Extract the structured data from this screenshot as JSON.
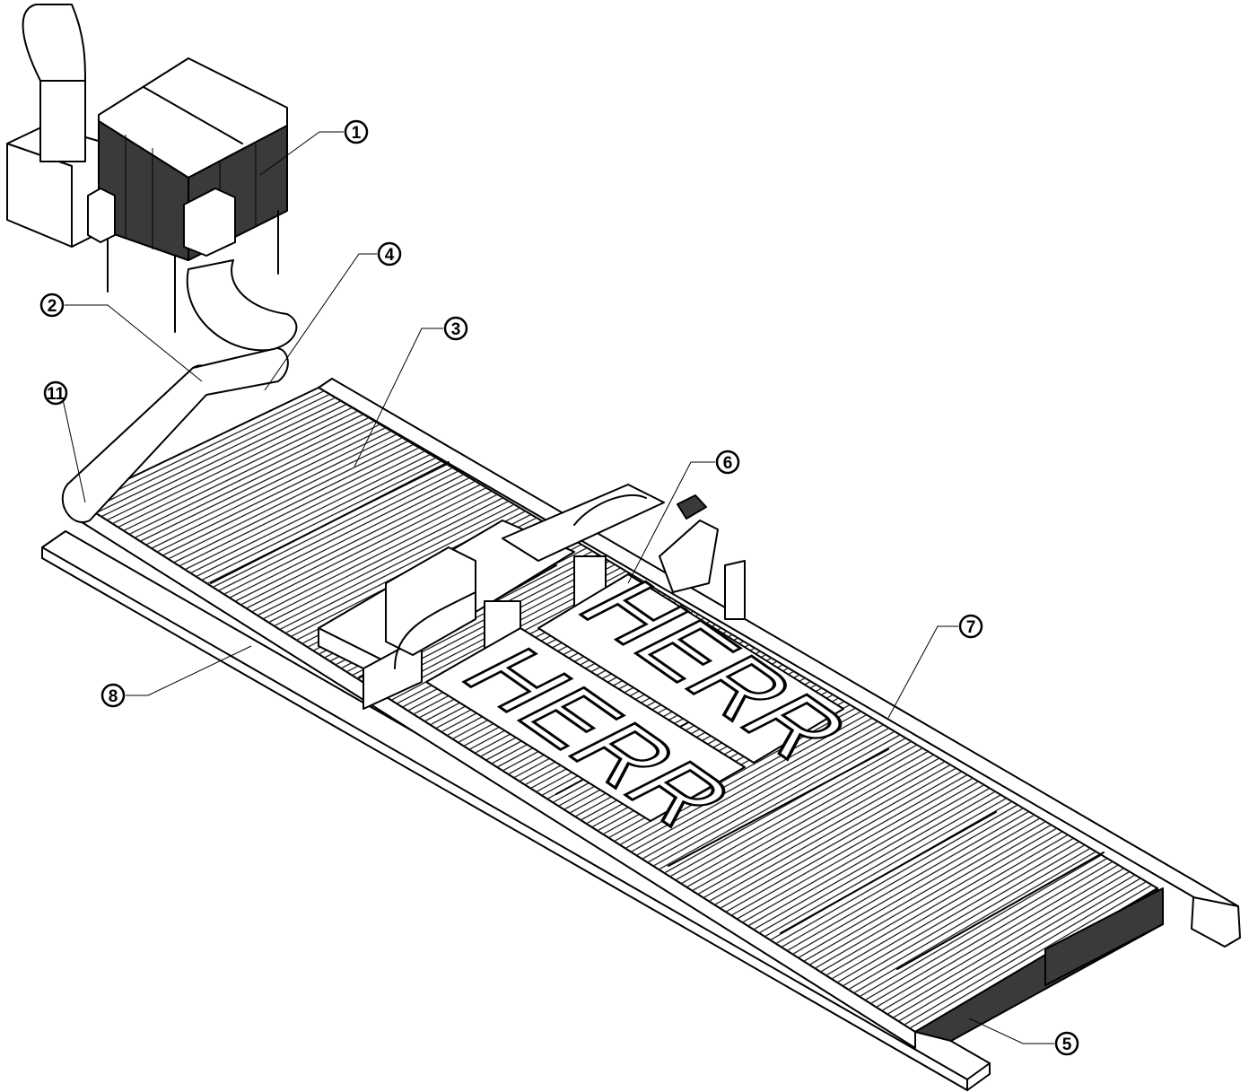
{
  "callouts": [
    {
      "id": "1",
      "label": "1"
    },
    {
      "id": "2",
      "label": "2"
    },
    {
      "id": "3",
      "label": "3"
    },
    {
      "id": "4",
      "label": "4"
    },
    {
      "id": "5",
      "label": "5"
    },
    {
      "id": "6",
      "label": "6"
    },
    {
      "id": "7",
      "label": "7"
    },
    {
      "id": "8",
      "label": "8"
    },
    {
      "id": "11",
      "label": "11"
    }
  ],
  "plates": [
    {
      "text": "HERR"
    },
    {
      "text": "HERR"
    }
  ],
  "colors": {
    "line": "#000000",
    "background": "#ffffff",
    "dark_panel": "#3a3a3a"
  }
}
